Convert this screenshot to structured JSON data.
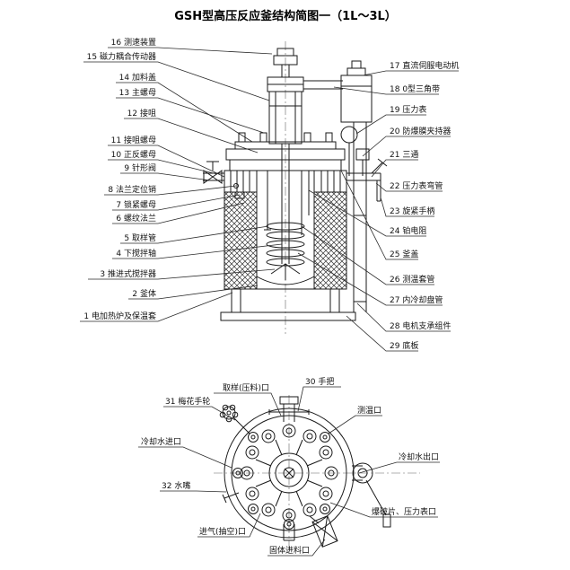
{
  "title": "GSH型高压反应釜结构简图一（1L～3L）",
  "left_labels": [
    "16 测速装置",
    "15 磁力耦合传动器",
    "14 加料盖",
    "13 主螺母",
    "12 接咀",
    "11 接咀螺母",
    "10 正反螺母",
    "9 针形阀",
    "8 法兰定位销",
    "7 锁紧螺母",
    "6 螺纹法兰",
    "5 取样管",
    "4 下搅拌轴",
    "3 推进式搅拌器",
    "2 釜体",
    "1 电加热炉及保温套"
  ],
  "right_labels": [
    "17 直流伺服电动机",
    "18 0型三角带",
    "19 压力表",
    "20 防爆膜夹持器",
    "21 三通",
    "22 压力表弯管",
    "23 旋紧手柄",
    "24 铂电阻",
    "25 釜盖",
    "26 测温套管",
    "27 内冷却盘管",
    "28 电机支承组件",
    "29 底板"
  ],
  "top_view_labels": {
    "handle": "30 手把",
    "sampling_port": "取样(压料)口",
    "plum_handwheel": "31 梅花手轮",
    "temp_port": "测温口",
    "cooling_in": "冷却水进口",
    "cooling_out": "冷却水出口",
    "water_nozzle": "32 水嘴",
    "burst_port": "爆破片、压力表口",
    "gas_port": "进气(抽空)口",
    "solid_feed_port": "固体进料口"
  },
  "colors": {
    "line": "#1a1a1a",
    "background": "#ffffff"
  }
}
